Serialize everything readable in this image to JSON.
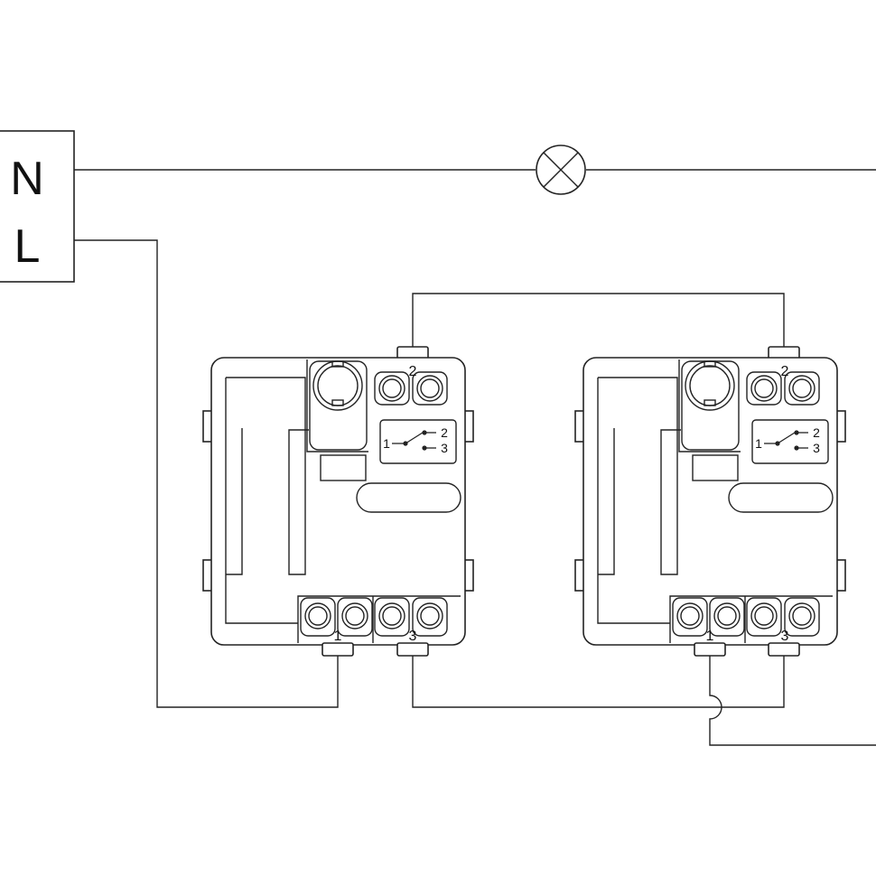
{
  "supply": {
    "neutral_label": "N",
    "line_label": "L"
  },
  "switches": [
    {
      "terminal_top": "2",
      "terminal_bottom_left": "1",
      "terminal_bottom_right": "3",
      "symbol": {
        "common": "1",
        "out_a": "2",
        "out_b": "3"
      }
    },
    {
      "terminal_top": "2",
      "terminal_bottom_left": "1",
      "terminal_bottom_right": "3",
      "symbol": {
        "common": "1",
        "out_a": "2",
        "out_b": "3"
      }
    }
  ],
  "icons": {
    "lamp": "lamp-icon",
    "jumper": "wire-crossover-icon"
  }
}
